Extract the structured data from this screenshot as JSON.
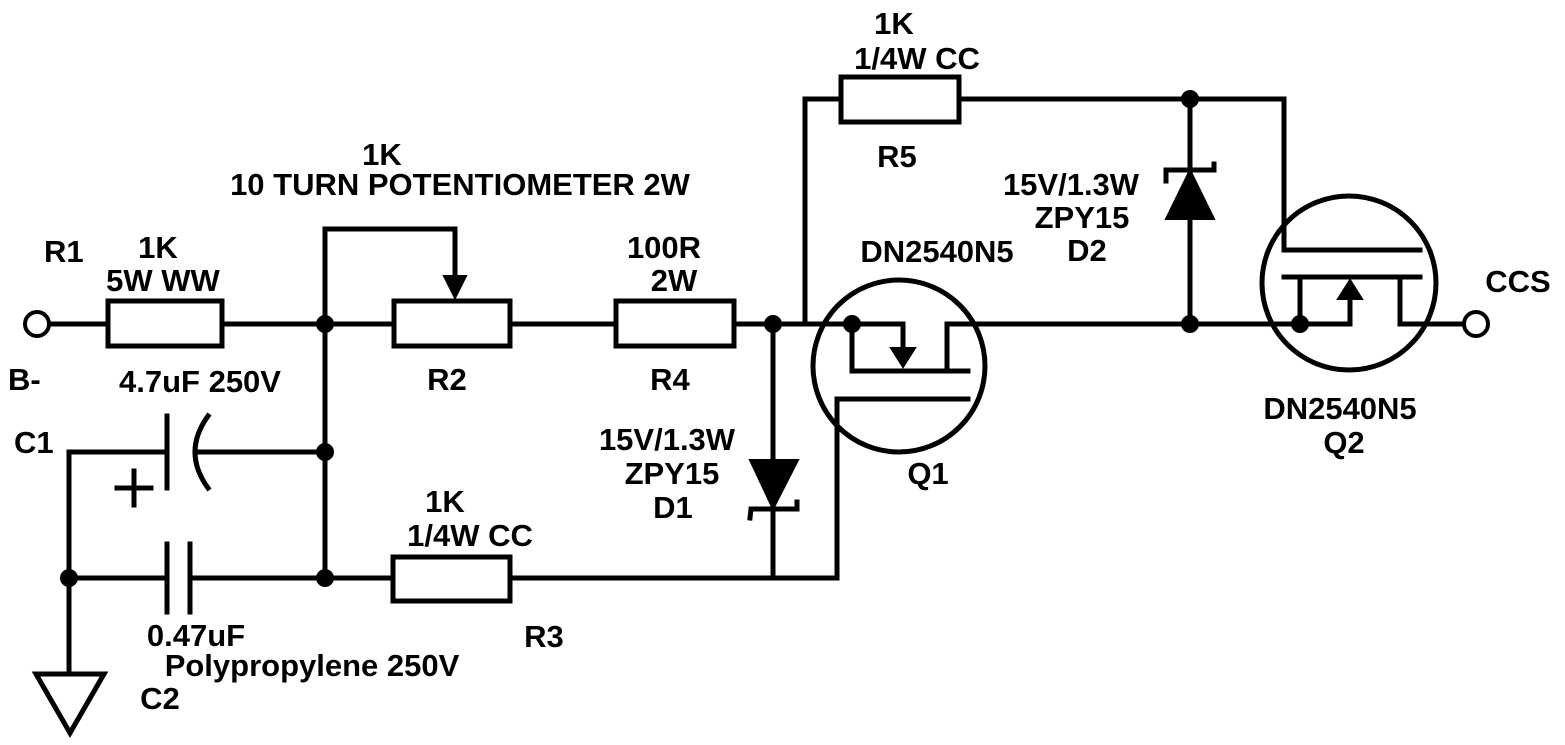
{
  "labels": {
    "r1": {
      "ref": "R1",
      "value": "1K",
      "rating": "5W WW"
    },
    "r2": {
      "ref": "R2",
      "value": "1K",
      "desc": "10 TURN POTENTIOMETER 2W"
    },
    "r3": {
      "ref": "R3",
      "value": "1K",
      "rating": "1/4W CC"
    },
    "r4": {
      "ref": "R4",
      "value": "100R",
      "rating": "2W"
    },
    "r5": {
      "ref": "R5",
      "value": "1K",
      "rating": "1/4W CC"
    },
    "c1": {
      "ref": "C1",
      "value": "4.7uF 250V",
      "polarity": "+"
    },
    "c2": {
      "ref": "C2",
      "value": "0.47uF",
      "dielectric": "Polypropylene 250V"
    },
    "d1": {
      "ref": "D1",
      "rating": "15V/1.3W",
      "part": "ZPY15"
    },
    "d2": {
      "ref": "D2",
      "rating": "15V/1.3W",
      "part": "ZPY15"
    },
    "q1": {
      "ref": "Q1",
      "part": "DN2540N5"
    },
    "q2": {
      "ref": "Q2",
      "part": "DN2540N5"
    },
    "terminals": {
      "input": "B-",
      "output": "CCS"
    }
  }
}
